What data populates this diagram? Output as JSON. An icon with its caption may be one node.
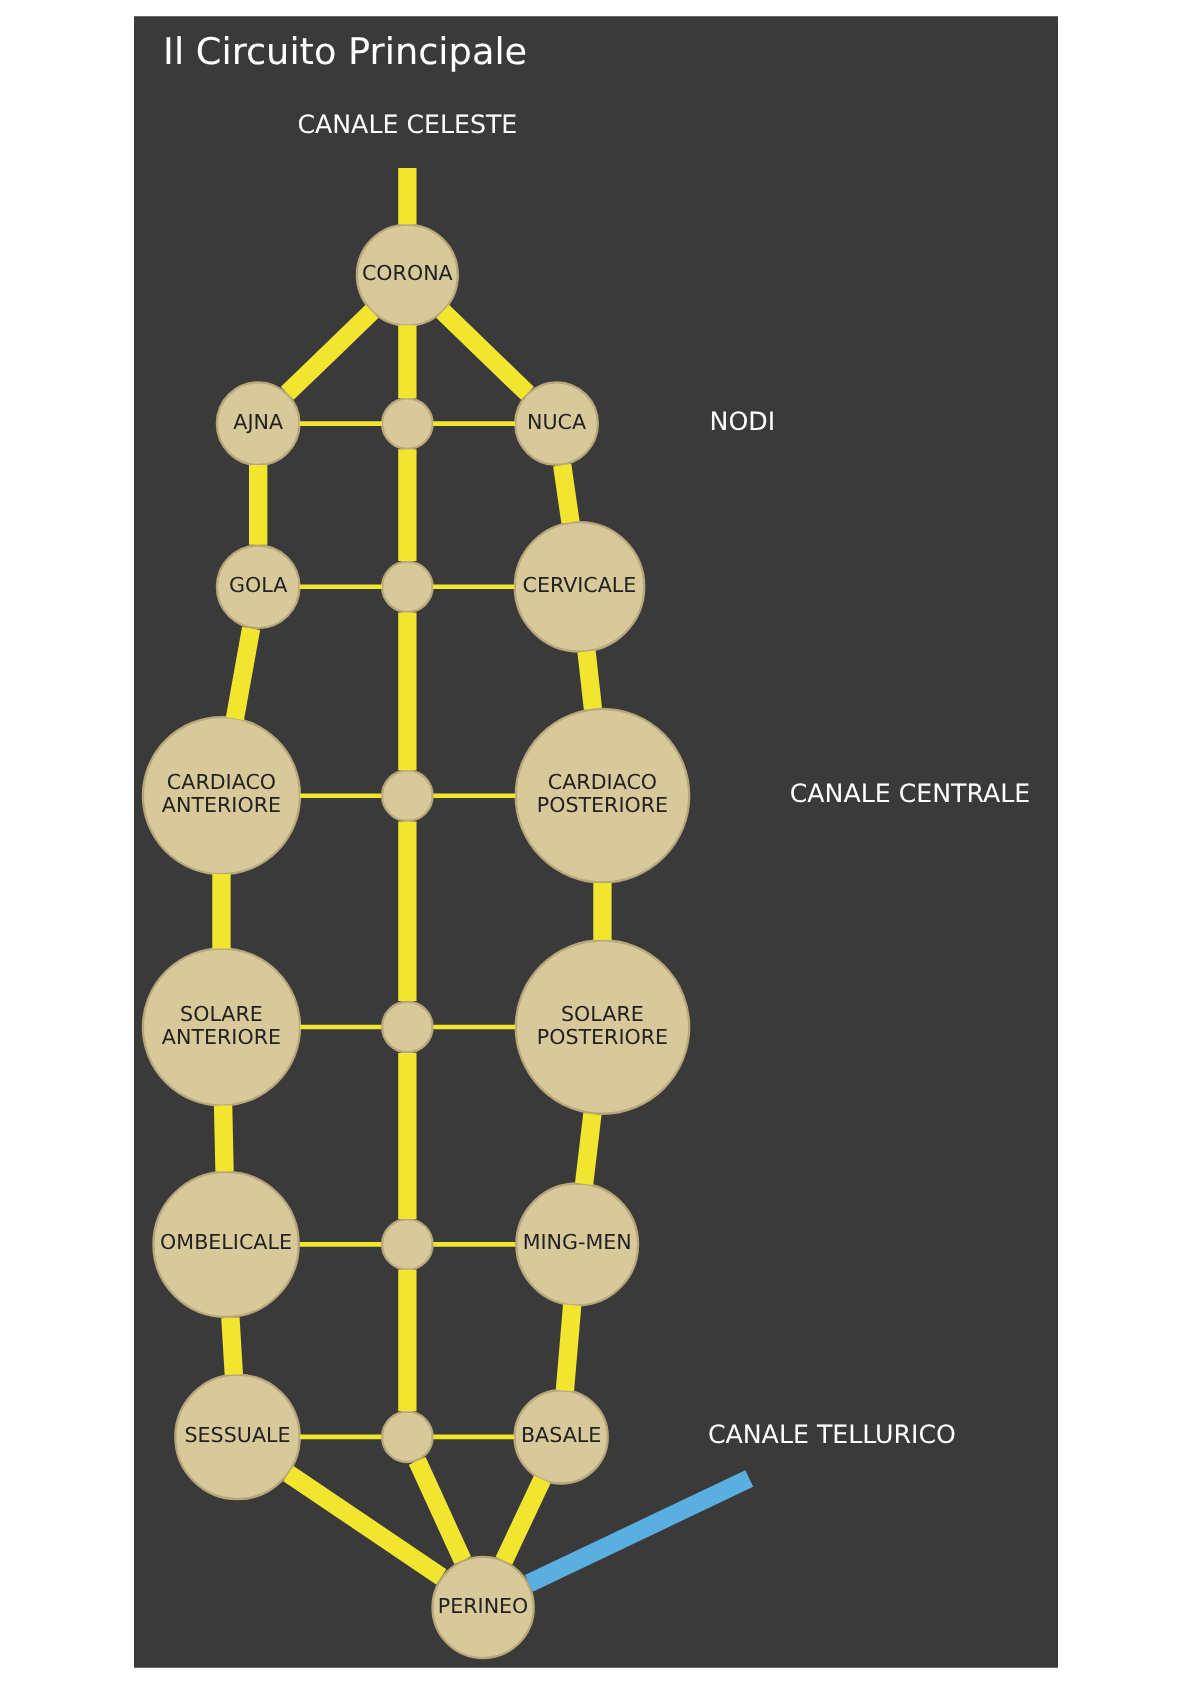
{
  "diagram": {
    "title": "Il Circuito Principale",
    "nodes": [
      {
        "text": [
          "CANALE CELESTE"
        ]
      },
      {
        "text": [
          "CORONA"
        ]
      },
      {
        "text": [
          "AJNA"
        ]
      },
      {
        "text": [],
        "shape": "circle"
      },
      {
        "text": [
          "NUCA"
        ]
      },
      {
        "text": [
          "GOLA"
        ]
      },
      {
        "text": [],
        "shape": "circle"
      },
      {
        "text": [
          "CERVICALE"
        ]
      },
      {
        "text": [
          "CARDIACO ANTERIORE"
        ]
      },
      {
        "text": [],
        "shape": "circle"
      },
      {
        "text": [
          "CARDIACO POSTERIORE"
        ]
      },
      {
        "text": [
          "SOLARE ANTERIORE"
        ]
      },
      {
        "text": [],
        "shape": "circle"
      },
      {
        "text": [
          "SOLARE POSTERIORE"
        ]
      },
      {
        "text": [
          "OMBELICALE"
        ]
      },
      {
        "text": [],
        "shape": "circle"
      },
      {
        "text": [
          "MING-MEN"
        ]
      },
      {
        "text": [
          "SESSUALE"
        ]
      },
      {
        "text": [],
        "shape": "circle"
      },
      {
        "text": [
          "BASALE"
        ]
      },
      {
        "text": [
          "PERINEO"
        ]
      },
      {
        "text": [
          "CANALE TELLURICO"
        ]
      }
    ],
    "edges": [
      {
        "from": 0,
        "to": 1,
        "arrow": "none"
      },
      {
        "from": 1,
        "to": 2,
        "arrow": "none"
      },
      {
        "from": 2,
        "to": 5,
        "arrow": "none"
      },
      {
        "from": 5,
        "to": 8,
        "arrow": "none"
      },
      {
        "from": 8,
        "to": 11,
        "arrow": "none"
      },
      {
        "from": 11,
        "to": 14,
        "arrow": "none"
      },
      {
        "from": 14,
        "to": 17,
        "arrow": "none"
      },
      {
        "from": 17,
        "to": 20,
        "arrow": "none"
      },
      {
        "from": 1,
        "to": 4,
        "arrow": "none"
      },
      {
        "from": 4,
        "to": 7,
        "arrow": "none"
      },
      {
        "from": 7,
        "to": 10,
        "arrow": "none"
      },
      {
        "from": 10,
        "to": 13,
        "arrow": "none"
      },
      {
        "from": 13,
        "to": 16,
        "arrow": "none"
      },
      {
        "from": 16,
        "to": 19,
        "arrow": "none"
      },
      {
        "from": 19,
        "to": 20,
        "arrow": "none"
      },
      {
        "from": 1,
        "to": 3,
        "arrow": "none"
      },
      {
        "from": 3,
        "to": 6,
        "arrow": "none"
      },
      {
        "from": 6,
        "to": 9,
        "arrow": "none"
      },
      {
        "from": 9,
        "to": 12,
        "arrow": "none"
      },
      {
        "from": 12,
        "to": 15,
        "arrow": "none"
      },
      {
        "from": 15,
        "to": 18,
        "arrow": "none"
      },
      {
        "from": 18,
        "to": 20,
        "arrow": "none"
      },
      {
        "from": 2,
        "to": 3,
        "arrow": "none"
      },
      {
        "from": 3,
        "to": 4,
        "arrow": "none"
      },
      {
        "from": 5,
        "to": 6,
        "arrow": "none"
      },
      {
        "from": 6,
        "to": 7,
        "arrow": "none"
      },
      {
        "from": 8,
        "to": 9,
        "arrow": "none"
      },
      {
        "from": 9,
        "to": 10,
        "arrow": "none"
      },
      {
        "from": 11,
        "to": 12,
        "arrow": "none"
      },
      {
        "from": 12,
        "to": 13,
        "arrow": "none"
      },
      {
        "from": 14,
        "to": 15,
        "arrow": "none"
      },
      {
        "from": 15,
        "to": 16,
        "arrow": "none"
      },
      {
        "from": 17,
        "to": 18,
        "arrow": "none"
      },
      {
        "from": 18,
        "to": 19,
        "arrow": "none"
      },
      {
        "from": 21,
        "to": 20,
        "arrow": "none",
        "color": "#5aafe0"
      }
    ],
    "labels": [
      "NODI",
      "CANALE CENTRALE"
    ]
  }
}
